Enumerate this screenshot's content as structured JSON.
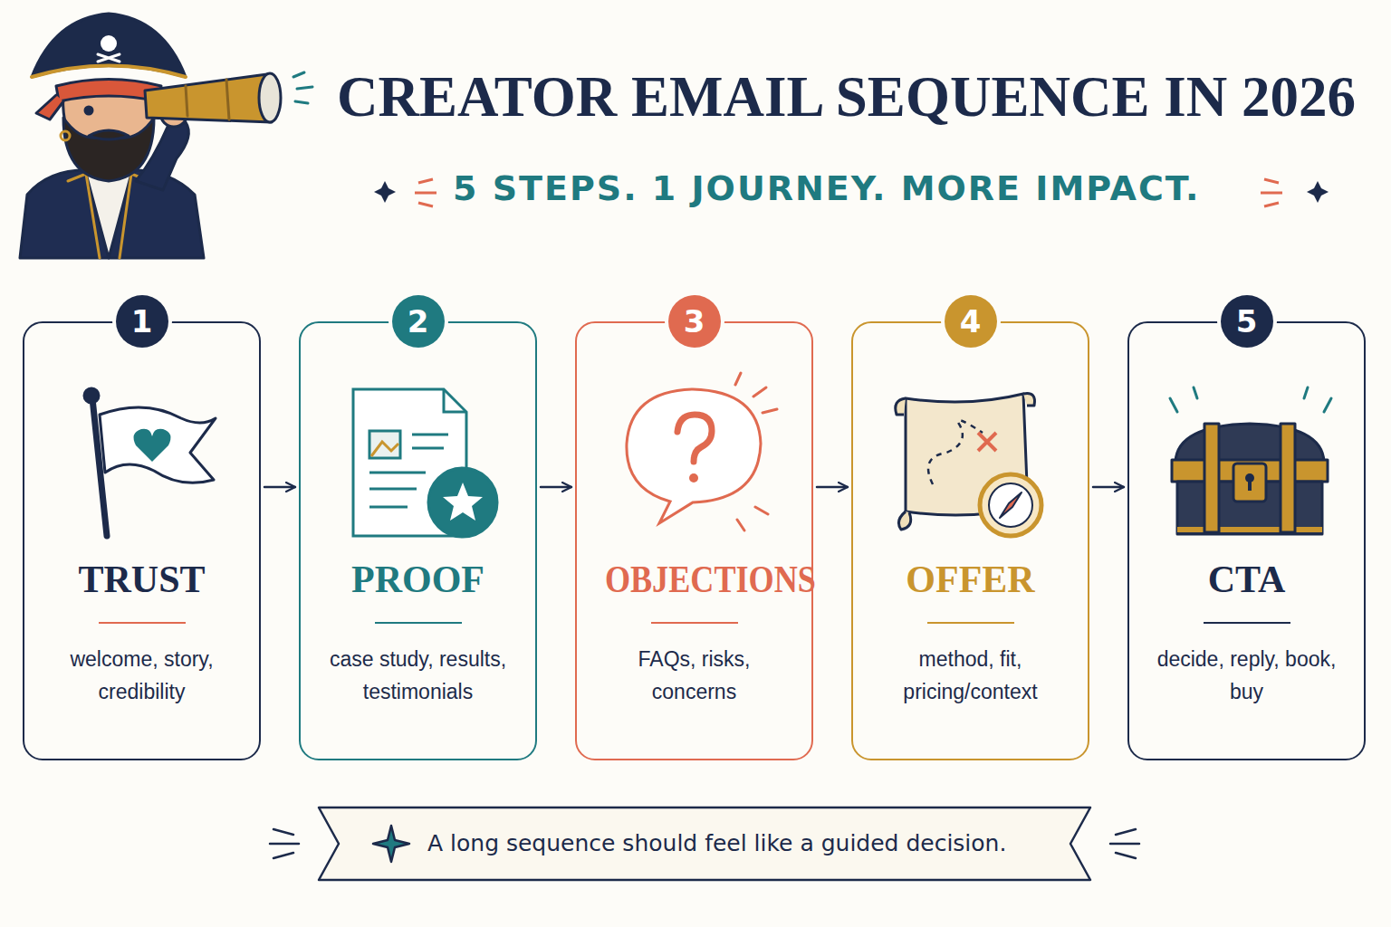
{
  "diagram": {
    "title": "CREATOR EMAIL SEQUENCE IN 2026",
    "caption": "A long sequence should feel like a guided decision.",
    "nodes": [
      {
        "text": [
          "1",
          "TRUST",
          "welcome, story, credibility"
        ]
      },
      {
        "text": [
          "2",
          "PROOF",
          "case study, results, testimonials"
        ]
      },
      {
        "text": [
          "3",
          "OBJECTIONS",
          "FAQs, risks, concerns"
        ]
      },
      {
        "text": [
          "4",
          "OFFER",
          "method, fit, pricing/context"
        ]
      },
      {
        "text": [
          "5",
          "CTA",
          "decide, reply, book, buy"
        ]
      }
    ],
    "edges": [
      {
        "from": 0,
        "to": 1,
        "arrow": "to"
      },
      {
        "from": 1,
        "to": 2,
        "arrow": "to"
      },
      {
        "from": 2,
        "to": 3,
        "arrow": "to"
      },
      {
        "from": 3,
        "to": 4,
        "arrow": "to"
      }
    ],
    "labels": [
      "5 STEPS. 1 JOURNEY. MORE IMPACT."
    ]
  }
}
